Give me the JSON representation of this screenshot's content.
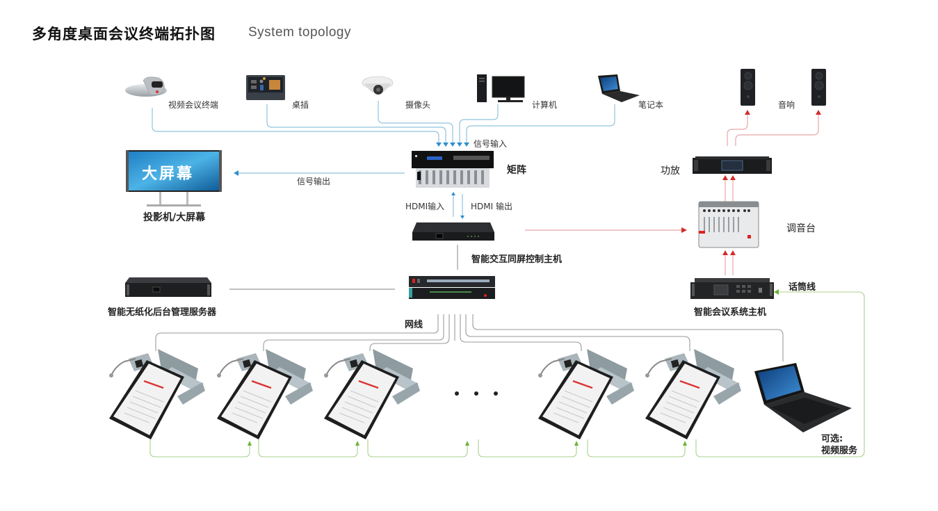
{
  "header": {
    "title": "多角度桌面会议终端拓扑图",
    "subtitle": "System topology"
  },
  "colors": {
    "signal_line": "#8fc3dd",
    "signal_arrow": "#2f8fc9",
    "audio_line": "#e8a8a8",
    "audio_arrow": "#d42a2a",
    "network_line": "#9a9a9a",
    "mic_line": "#a9d18e",
    "mic_arrow": "#6bb33a"
  },
  "sources": [
    {
      "id": "video-terminal",
      "label": "视频会议终端",
      "icon": "video-conference-terminal-icon"
    },
    {
      "id": "desk-socket",
      "label": "桌插",
      "icon": "desk-socket-icon"
    },
    {
      "id": "camera",
      "label": "摄像头",
      "icon": "dome-camera-icon"
    },
    {
      "id": "computer",
      "label": "计算机",
      "icon": "desktop-computer-icon"
    },
    {
      "id": "laptop",
      "label": "笔记本",
      "icon": "laptop-icon"
    }
  ],
  "speakers": {
    "label": "音响",
    "icon": "speaker-icon"
  },
  "matrix": {
    "label": "矩阵",
    "input_label": "信号输入",
    "output_label": "信号输出"
  },
  "big_screen": {
    "label": "投影机/大屏幕",
    "screen_text": "大屏幕"
  },
  "hdmi": {
    "in_label": "HDMI输入",
    "out_label": "HDMI 输出"
  },
  "screen_controller": {
    "label": "智能交互同屏控制主机"
  },
  "amplifier": {
    "label": "功放"
  },
  "mixer": {
    "label": "调音台"
  },
  "conference_host": {
    "label": "智能会议系统主机",
    "mic_line_label": "话筒线"
  },
  "server": {
    "label": "智能无纸化后台管理服务器"
  },
  "switch": {
    "network_label": "网线"
  },
  "terminals": {
    "count_visible": 5,
    "ellipsis": "• • •"
  },
  "optional": {
    "label_line1": "可选:",
    "label_line2": "视频服务"
  }
}
